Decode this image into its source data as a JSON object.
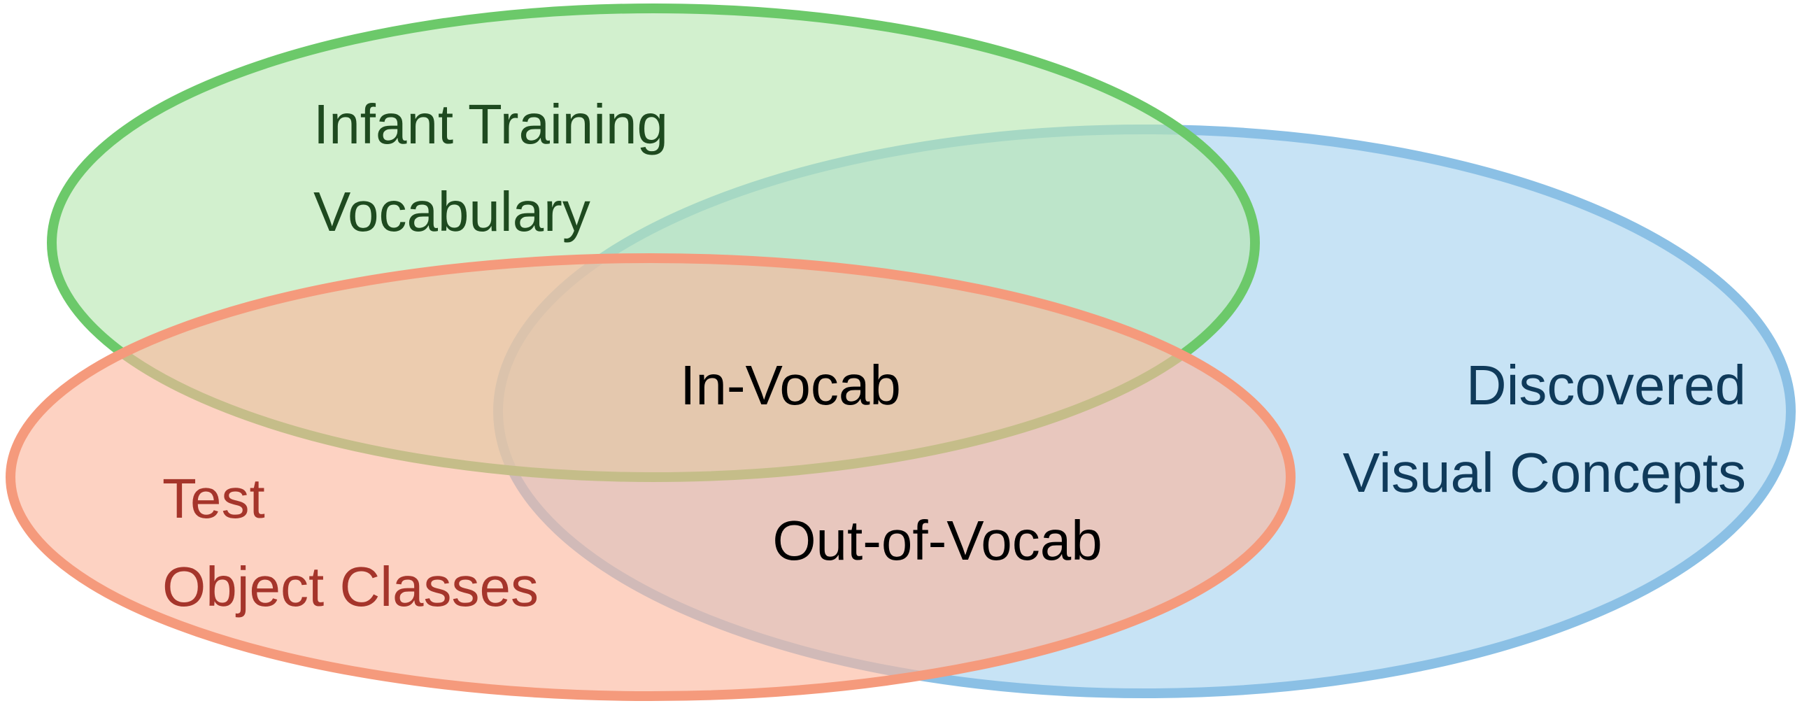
{
  "sets": {
    "infant_vocabulary": {
      "label_line1": "Infant Training",
      "label_line2": "Vocabulary",
      "fill": "#b6e6b0",
      "stroke": "#6cc96a",
      "text_color": "#1e4a1f"
    },
    "discovered_concepts": {
      "label_line1": "Discovered",
      "label_line2": "Visual Concepts",
      "fill": "#a9d4ef",
      "stroke": "#8bc0e5",
      "text_color": "#0f3a5a"
    },
    "test_classes": {
      "label_line1": "Test",
      "label_line2": "Object Classes",
      "fill": "#fbb79d",
      "stroke": "#f59a7c",
      "text_color": "#a5352b"
    }
  },
  "regions": {
    "in_vocab": "In-Vocab",
    "out_of_vocab": "Out-of-Vocab",
    "text_color": "#000000"
  }
}
